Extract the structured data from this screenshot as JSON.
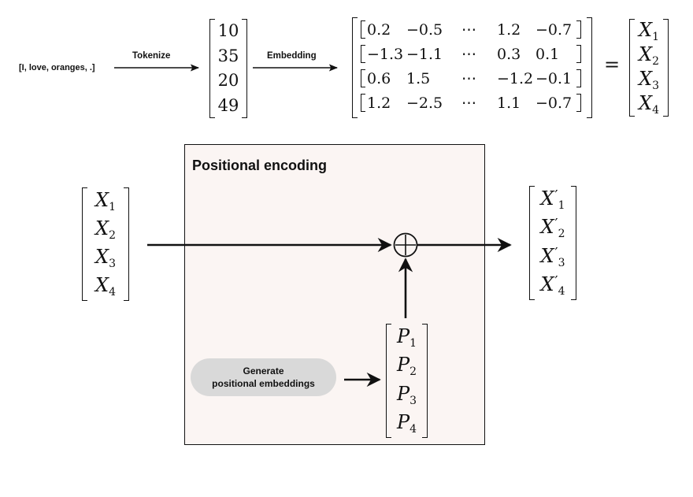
{
  "tokenize": {
    "input_text": "[I, love, oranges, .]",
    "label": "Tokenize"
  },
  "token_ids": [
    "10",
    "35",
    "20",
    "49"
  ],
  "embedding": {
    "label": "Embedding",
    "rows": [
      [
        "0.2",
        "−0.5",
        "⋯",
        "1.2",
        "−0.7"
      ],
      [
        "−1.3",
        "−1.1",
        "⋯",
        "0.3",
        "0.1"
      ],
      [
        "0.6",
        "1.5",
        "⋯",
        "−1.2",
        "−0.1"
      ],
      [
        "1.2",
        "−2.5",
        "⋯",
        "1.1",
        "−0.7"
      ]
    ]
  },
  "equals": "=",
  "x_vectors": [
    {
      "sym": "X",
      "sub": "1"
    },
    {
      "sym": "X",
      "sub": "2"
    },
    {
      "sym": "X",
      "sub": "3"
    },
    {
      "sym": "X",
      "sub": "4"
    }
  ],
  "positional_encoding": {
    "title": "Positional encoding",
    "generate_label_line1": "Generate",
    "generate_label_line2": "positional embeddings",
    "plus_symbol": "+"
  },
  "p_vectors": [
    {
      "sym": "P",
      "sub": "1"
    },
    {
      "sym": "P",
      "sub": "2"
    },
    {
      "sym": "P",
      "sub": "3"
    },
    {
      "sym": "P",
      "sub": "4"
    }
  ],
  "x_prime_vectors": [
    {
      "sym": "X",
      "sub": "1",
      "prime": "′"
    },
    {
      "sym": "X",
      "sub": "2",
      "prime": "′"
    },
    {
      "sym": "X",
      "sub": "3",
      "prime": "′"
    },
    {
      "sym": "X",
      "sub": "4",
      "prime": "′"
    }
  ]
}
